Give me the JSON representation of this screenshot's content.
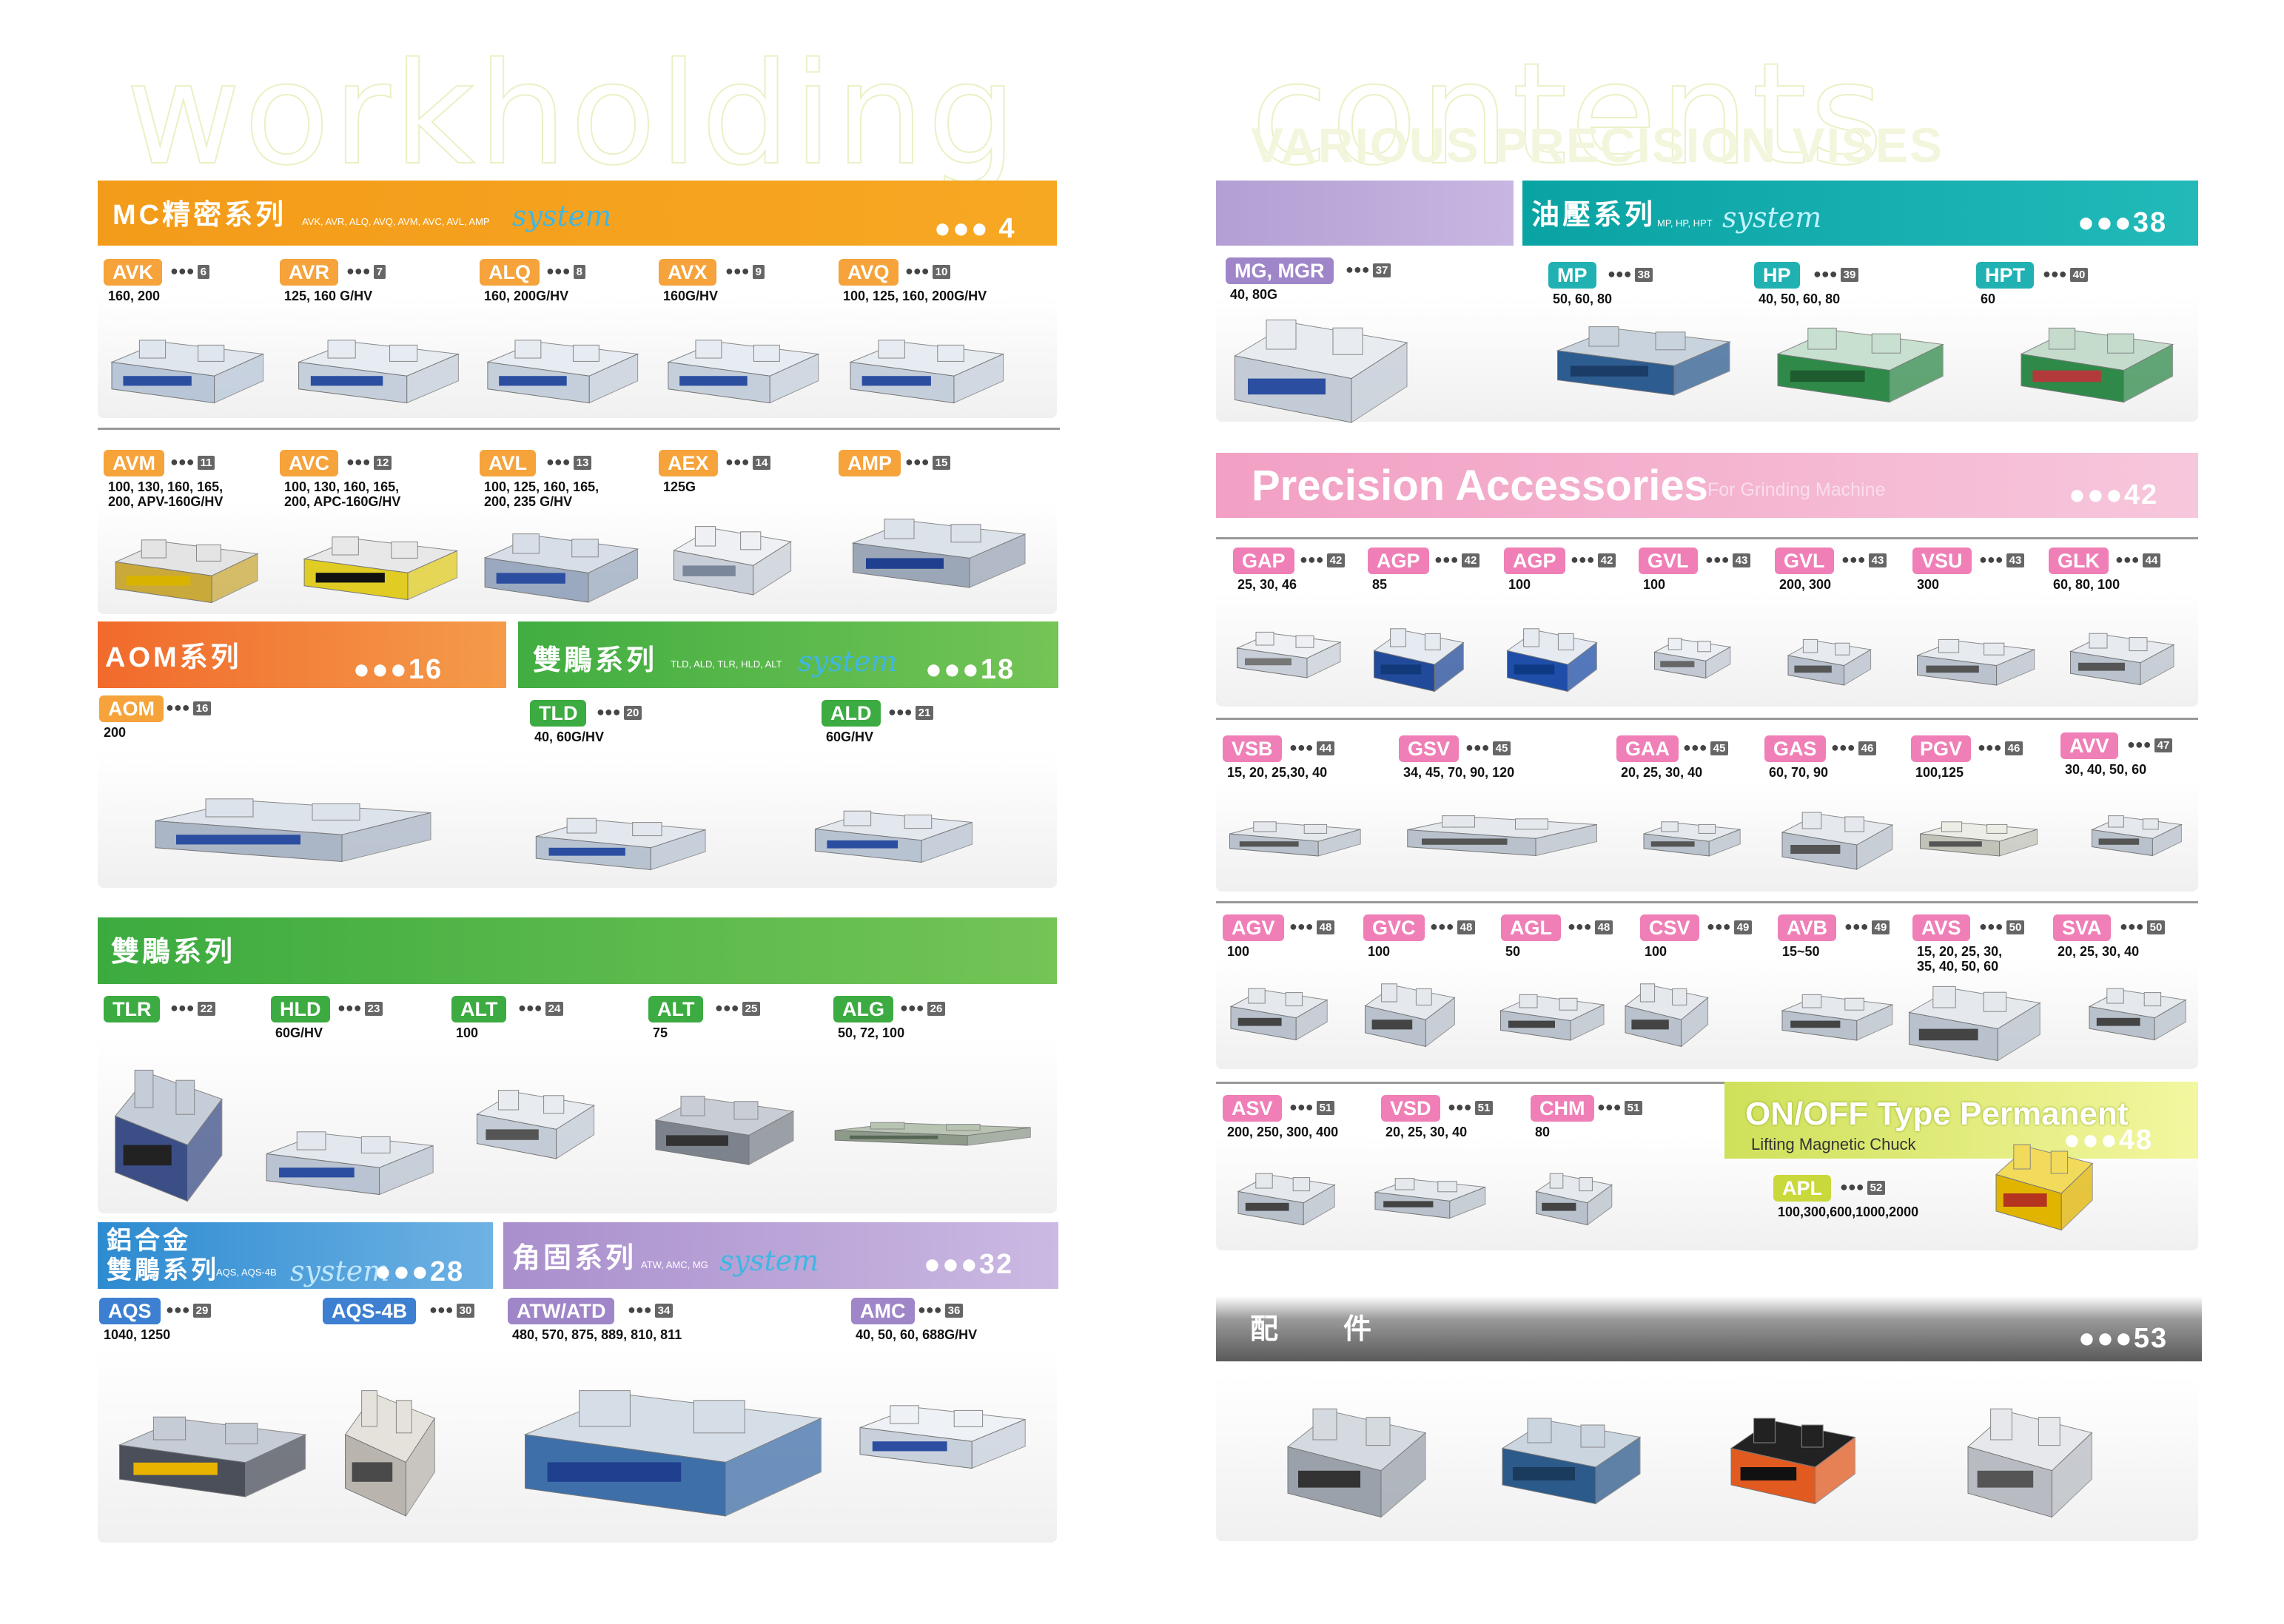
{
  "bg_words": {
    "left": "workholding",
    "right": "contents",
    "right_sub": "VARIOUS PRECISION VISES"
  },
  "colors": {
    "orange": "#f39b1a",
    "green": "#3dae3d",
    "teal": "#14a6a6",
    "lavender": "#b39fd3",
    "pink": "#f2a7c9",
    "orange_badge": "#f5a33a",
    "green_badge": "#3cab41",
    "blue_badge": "#3d7fd0",
    "teal_badge": "#21b1b3",
    "pink_badge": "#ef7fb6",
    "lav_badge": "#9f86c8"
  },
  "sections": {
    "mc": {
      "title": "MC精密系列",
      "sub": "AVK, AVR, ALQ, AVQ, AVM, AVC, AVL, AMP",
      "system": "system",
      "page": "●●● 4"
    },
    "aom": {
      "title": "AOM系列",
      "page": "●●●16"
    },
    "sk1": {
      "title": "雙鵰系列",
      "sub": "TLD, ALD, TLR, HLD, ALT",
      "system": "system",
      "page": "●●●18"
    },
    "sk2": {
      "title": "雙鵰系列"
    },
    "al": {
      "title1": "鋁合金",
      "title2": "雙鵰系列",
      "sub": "AQS, AQS-4B",
      "system": "system",
      "page": "●●●28"
    },
    "ang": {
      "title": "角固系列",
      "sub": "ATW, AMC, MG",
      "system": "system",
      "page": "●●●32"
    },
    "hyd": {
      "title": "油壓系列",
      "sub": "MP, HP, HPT",
      "system": "system",
      "page": "●●●38"
    },
    "acc": {
      "title": "Precision Accessories",
      "sub": "For Grinding Machine",
      "page": "●●●42"
    },
    "onoff": {
      "title": "ON/OFF Type Permanent",
      "sub": "Lifting Magnetic Chuck",
      "page": "●●●48"
    },
    "parts": {
      "title": "配　　件",
      "page": "●●●53"
    }
  },
  "items": [
    {
      "code": "AVK",
      "pg": "6",
      "size": "160, 200"
    },
    {
      "code": "AVR",
      "pg": "7",
      "size": "125, 160 G/HV"
    },
    {
      "code": "ALQ",
      "pg": "8",
      "size": "160, 200G/HV"
    },
    {
      "code": "AVX",
      "pg": "9",
      "size": "160G/HV"
    },
    {
      "code": "AVQ",
      "pg": "10",
      "size": "100, 125, 160, 200G/HV"
    },
    {
      "code": "AVM",
      "pg": "11",
      "size": "100, 130, 160, 165,\n200, APV-160G/HV"
    },
    {
      "code": "AVC",
      "pg": "12",
      "size": "100, 130, 160, 165,\n200, APC-160G/HV"
    },
    {
      "code": "AVL",
      "pg": "13",
      "size": "100, 125, 160, 165,\n200, 235 G/HV"
    },
    {
      "code": "AEX",
      "pg": "14",
      "size": "125G"
    },
    {
      "code": "AMP",
      "pg": "15",
      "size": ""
    },
    {
      "code": "AOM",
      "pg": "16",
      "size": "200"
    },
    {
      "code": "TLD",
      "pg": "20",
      "size": "40, 60G/HV"
    },
    {
      "code": "ALD",
      "pg": "21",
      "size": "60G/HV"
    },
    {
      "code": "TLR",
      "pg": "22",
      "size": ""
    },
    {
      "code": "HLD",
      "pg": "23",
      "size": "60G/HV"
    },
    {
      "code": "ALT",
      "pg": "24",
      "size": "100"
    },
    {
      "code": "ALT",
      "pg": "25",
      "size": "75"
    },
    {
      "code": "ALG",
      "pg": "26",
      "size": "50, 72, 100"
    },
    {
      "code": "AQS",
      "pg": "29",
      "size": "1040, 1250"
    },
    {
      "code": "AQS-4B",
      "pg": "30",
      "size": ""
    },
    {
      "code": "ATW/ATD",
      "pg": "34",
      "size": "480, 570, 875, 889, 810, 811"
    },
    {
      "code": "AMC",
      "pg": "36",
      "size": "40, 50, 60, 688G/HV"
    },
    {
      "code": "MG, MGR",
      "pg": "37",
      "size": "40, 80G"
    },
    {
      "code": "MP",
      "pg": "38",
      "size": "50, 60, 80"
    },
    {
      "code": "HP",
      "pg": "39",
      "size": "40, 50, 60, 80"
    },
    {
      "code": "HPT",
      "pg": "40",
      "size": "60"
    },
    {
      "code": "GAP",
      "pg": "42",
      "size": "25, 30, 46"
    },
    {
      "code": "AGP",
      "pg": "42",
      "size": "85"
    },
    {
      "code": "AGP",
      "pg": "42",
      "size": "100"
    },
    {
      "code": "GVL",
      "pg": "43",
      "size": "100"
    },
    {
      "code": "GVL",
      "pg": "43",
      "size": "200, 300"
    },
    {
      "code": "VSU",
      "pg": "43",
      "size": "300"
    },
    {
      "code": "GLK",
      "pg": "44",
      "size": "60, 80, 100"
    },
    {
      "code": "VSB",
      "pg": "44",
      "size": "15, 20, 25,30, 40"
    },
    {
      "code": "GSV",
      "pg": "45",
      "size": "34, 45, 70, 90, 120"
    },
    {
      "code": "GAA",
      "pg": "45",
      "size": "20, 25, 30, 40"
    },
    {
      "code": "GAS",
      "pg": "46",
      "size": "60, 70, 90"
    },
    {
      "code": "PGV",
      "pg": "46",
      "size": "100,125"
    },
    {
      "code": "AVV",
      "pg": "47",
      "size": "30, 40, 50, 60"
    },
    {
      "code": "AGV",
      "pg": "48",
      "size": "100"
    },
    {
      "code": "GVC",
      "pg": "48",
      "size": "100"
    },
    {
      "code": "AGL",
      "pg": "48",
      "size": "50"
    },
    {
      "code": "CSV",
      "pg": "49",
      "size": "100"
    },
    {
      "code": "AVB",
      "pg": "49",
      "size": "15~50"
    },
    {
      "code": "AVS",
      "pg": "50",
      "size": "15, 20, 25, 30,\n35, 40, 50, 60"
    },
    {
      "code": "SVA",
      "pg": "50",
      "size": "20, 25, 30, 40"
    },
    {
      "code": "ASV",
      "pg": "51",
      "size": "200, 250, 300, 400"
    },
    {
      "code": "VSD",
      "pg": "51",
      "size": "20, 25, 30, 40"
    },
    {
      "code": "CHM",
      "pg": "51",
      "size": "80"
    },
    {
      "code": "APL",
      "pg": "52",
      "size": "100,300,600,1000,2000"
    }
  ]
}
